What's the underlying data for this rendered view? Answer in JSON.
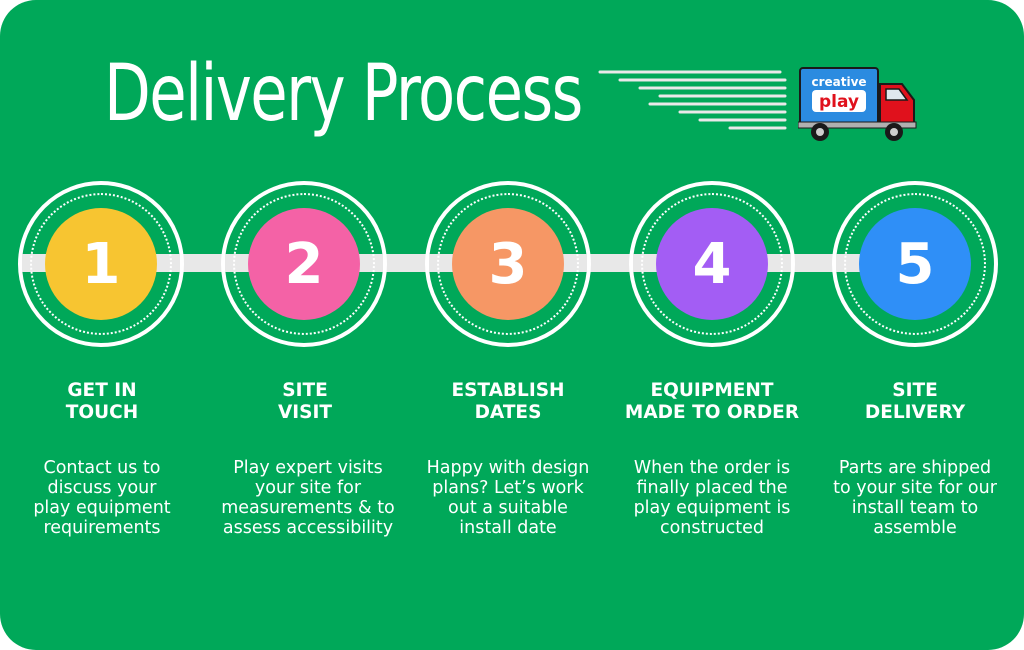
{
  "title": "Delivery Process",
  "logo": {
    "line1": "creative",
    "line2": "play"
  },
  "colors": {
    "background": "#00a859",
    "step1": "#f7c531",
    "step2": "#f462a6",
    "step3": "#f69765",
    "step4": "#a35df4",
    "step5": "#2f8ff7",
    "truck_cab": "#e0111c"
  },
  "steps": [
    {
      "number": "1",
      "heading": [
        "GET IN",
        "TOUCH"
      ],
      "description": [
        "Contact us to",
        "discuss your",
        "play equipment",
        "requirements"
      ]
    },
    {
      "number": "2",
      "heading": [
        "SITE",
        "VISIT"
      ],
      "description": [
        "Play expert visits",
        "your site for",
        "measurements & to",
        "assess accessibility"
      ]
    },
    {
      "number": "3",
      "heading": [
        "ESTABLISH",
        "DATES"
      ],
      "description": [
        "Happy with design",
        "plans? Let’s work",
        "out a suitable",
        "install date"
      ]
    },
    {
      "number": "4",
      "heading": [
        "EQUIPMENT",
        "MADE TO ORDER"
      ],
      "description": [
        "When the order is",
        "finally  placed the",
        "play equipment is",
        "constructed"
      ]
    },
    {
      "number": "5",
      "heading": [
        "SITE",
        "DELIVERY"
      ],
      "description": [
        "Parts are shipped",
        "to your site for our",
        "install team to",
        "assemble"
      ]
    }
  ]
}
